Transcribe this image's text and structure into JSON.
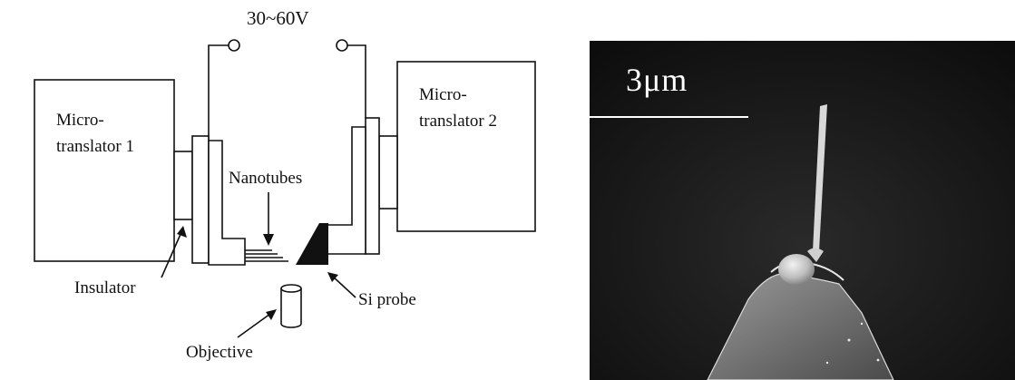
{
  "diagram": {
    "voltage_label": "30~60V",
    "translator_1_label_line1": "Micro-",
    "translator_1_label_line2": "translator 1",
    "translator_2_label_line1": "Micro-",
    "translator_2_label_line2": "translator 2",
    "nanotubes_label": "Nanotubes",
    "insulator_label": "Insulator",
    "si_probe_label": "Si probe",
    "objective_label": "Objective"
  },
  "sem_image": {
    "scale_bar_label": "3μm"
  }
}
